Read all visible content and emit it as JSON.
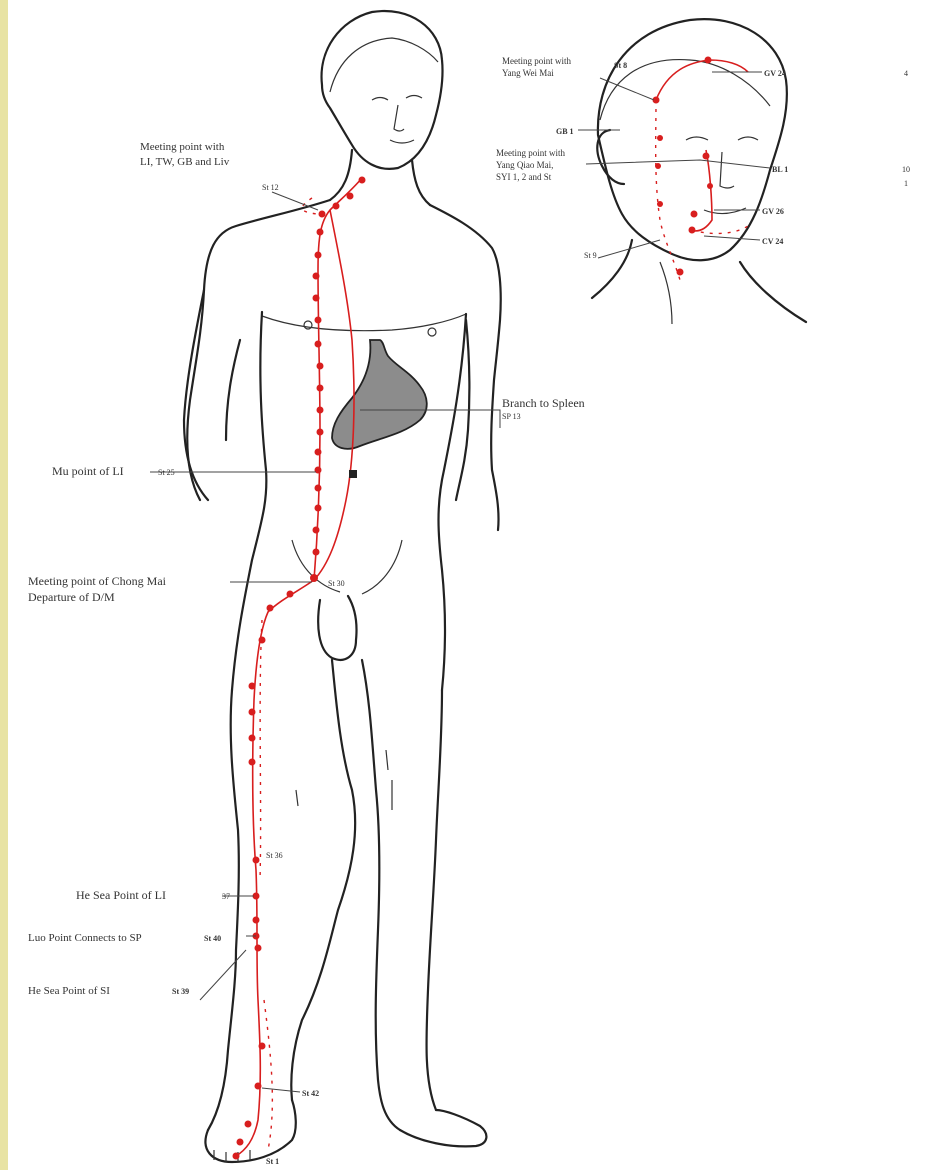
{
  "colors": {
    "meridian": "#d81e1e",
    "outline": "#222222",
    "stomach_fill": "#8c8c8c",
    "left_bar": "#e8e3a3",
    "label_text": "#333333"
  },
  "body_labels": {
    "meeting_li_tw": [
      "Meeting point with",
      "LI, TW, GB and Liv"
    ],
    "st12": "St 12",
    "branch_spleen": "Branch to Spleen",
    "branch_spleen_sub": "SP 13",
    "mu_point": "Mu point of LI",
    "st25": "St 25",
    "chong_mai": [
      "Meeting point of Chong Mai",
      "Departure of D/M"
    ],
    "st30": "St 30",
    "st36": "St 36",
    "he_sea_li": "He Sea Point of LI",
    "he_sea_li_pt": "37",
    "luo_point": "Luo Point Connects to SP",
    "st40": "St 40",
    "he_sea_si": "He Sea Point of SI",
    "st39": "St 39",
    "st42": "St 42",
    "st1_foot": "St 1"
  },
  "head_labels": {
    "meeting_yang_wei": [
      "Meeting point with",
      "Yang Wei Mai"
    ],
    "st8": "St 8",
    "gv24": "GV 24",
    "gb1": "GB 1",
    "meeting_yang_qiao": [
      "Meeting point with",
      "Yang Qiao Mai,",
      "SYI 1, 2 and St"
    ],
    "bl1": "BL 1",
    "gv26": "GV 26",
    "cv24": "CV 24",
    "st9": "St 9"
  },
  "margin_marks": {
    "mark_a": "4",
    "mark_b": "10",
    "mark_c": "1"
  },
  "icons": {
    "stomach": "stomach-organ-icon",
    "figure": "standing-human-figure",
    "head": "head-inset-figure"
  }
}
